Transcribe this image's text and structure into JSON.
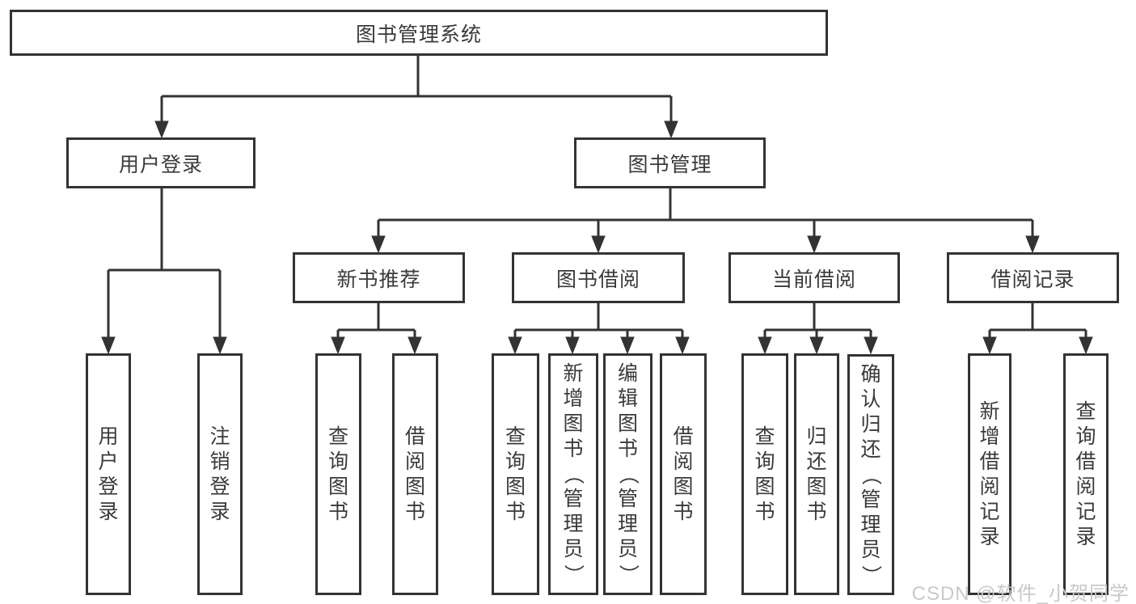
{
  "diagram": {
    "root": {
      "label": "图书管理系统"
    },
    "branches": [
      {
        "label": "用户登录",
        "children": [
          {
            "label": "用户登录"
          },
          {
            "label": "注销登录"
          }
        ]
      },
      {
        "label": "图书管理",
        "children": [
          {
            "label": "新书推荐",
            "children": [
              {
                "label": "查询图书"
              },
              {
                "label": "借阅图书"
              }
            ]
          },
          {
            "label": "图书借阅",
            "children": [
              {
                "label": "查询图书"
              },
              {
                "label": "新增图书（管理员）"
              },
              {
                "label": "编辑图书（管理员）"
              },
              {
                "label": "借阅图书"
              }
            ]
          },
          {
            "label": "当前借阅",
            "children": [
              {
                "label": "查询图书"
              },
              {
                "label": "归还图书"
              },
              {
                "label": "确认归还（管理员）"
              }
            ]
          },
          {
            "label": "借阅记录",
            "children": [
              {
                "label": "新增借阅记录"
              },
              {
                "label": "查询借阅记录"
              }
            ]
          }
        ]
      }
    ]
  },
  "watermark": "CSDN @软件_小贺同学",
  "colors": {
    "line": "#333333",
    "box_border": "#333333",
    "text": "#3a3a3a",
    "watermark": "#c9c9c9",
    "background": "#ffffff"
  }
}
